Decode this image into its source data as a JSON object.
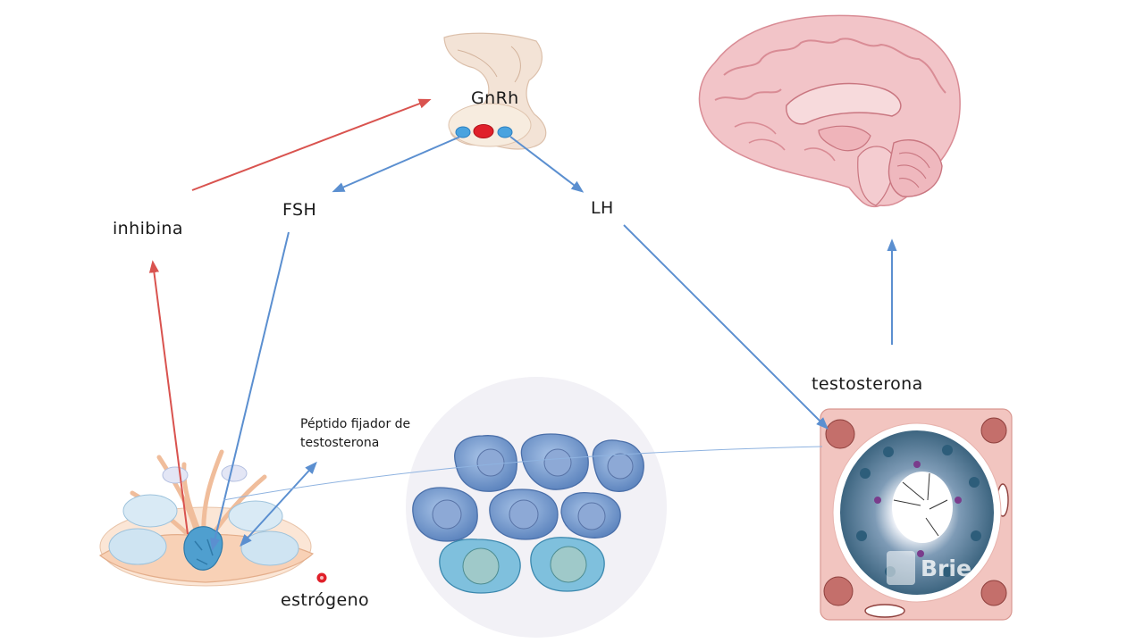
{
  "labels": {
    "gnrh": "GnRh",
    "fsh": "FSH",
    "lh": "LH",
    "inhibina": "inhibina",
    "testosterona": "testosterona",
    "peptido_line1": "Péptido fijador de",
    "peptido_line2": "testosterona",
    "estrogeno": "estrógeno"
  },
  "watermark": "Brie",
  "colors": {
    "stimulation_arrow": "#5b8fd0",
    "inhibition_arrow": "#d9534f",
    "estrogen_dot": "#e0202a"
  }
}
